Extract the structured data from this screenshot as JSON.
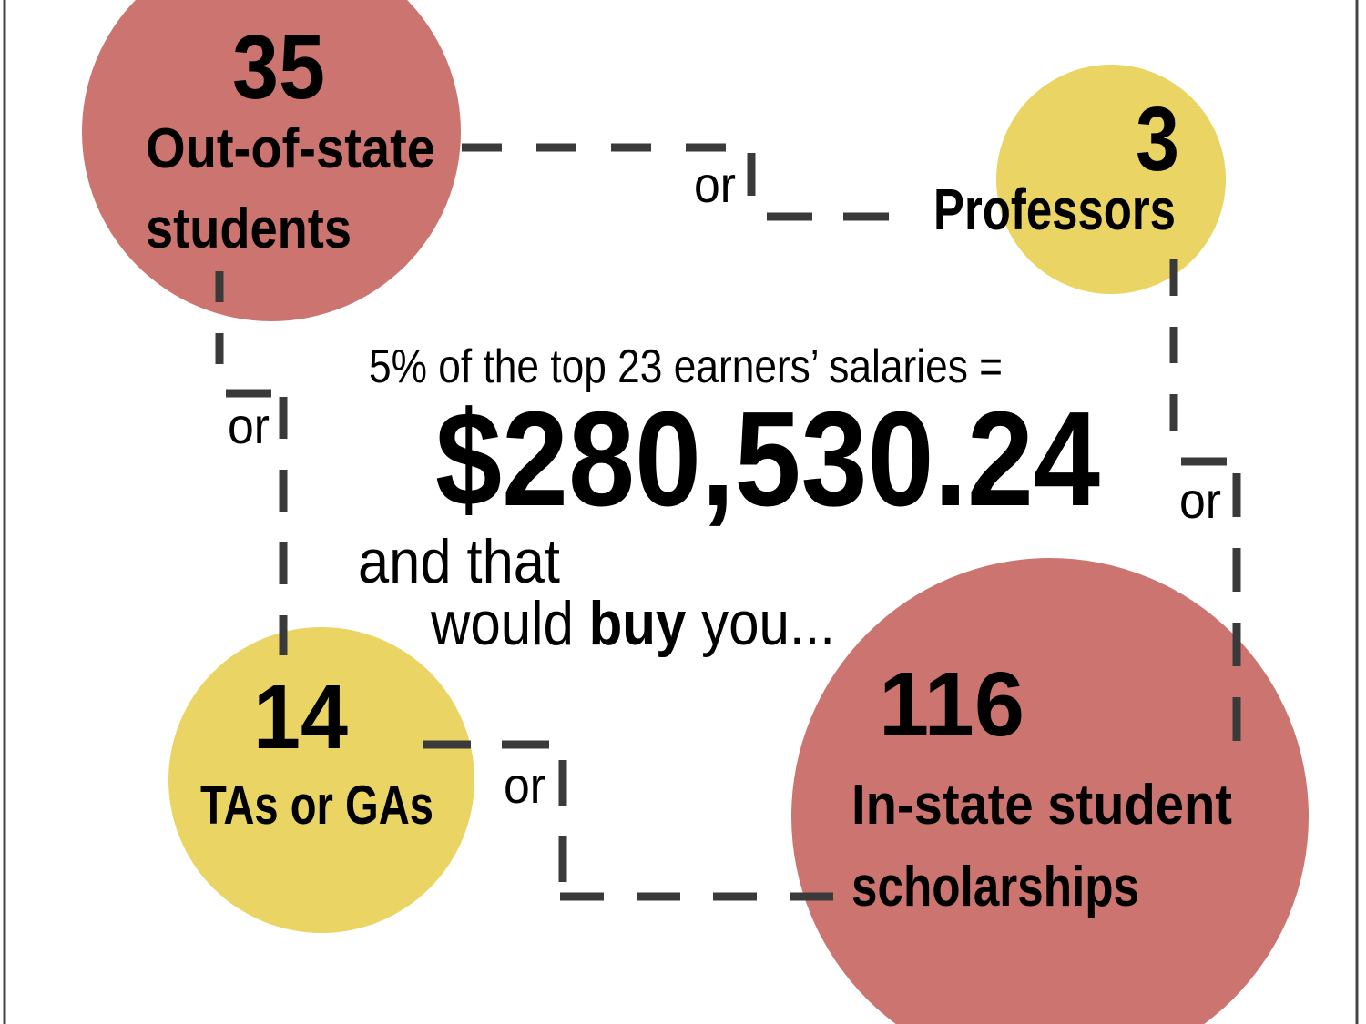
{
  "colors": {
    "red": "#CC746F",
    "yellow": "#E9D464",
    "dash": "#3a3a3a"
  },
  "connector_label": "or",
  "headline": {
    "intro": "5% of the top 23 earners’ salaries =",
    "amount": "$280,530.24",
    "outro_line1": "and that",
    "outro_line2_a": "would ",
    "outro_line2_b": "buy",
    "outro_line2_c": " you..."
  },
  "items": [
    {
      "count": "35",
      "label_line1": "Out-of-state",
      "label_line2": "students"
    },
    {
      "count": "3",
      "label_line1": "Professors"
    },
    {
      "count": "14",
      "label_line1": "TAs or GAs"
    },
    {
      "count": "116",
      "label_line1": "In-state student",
      "label_line2": "scholarships"
    }
  ]
}
